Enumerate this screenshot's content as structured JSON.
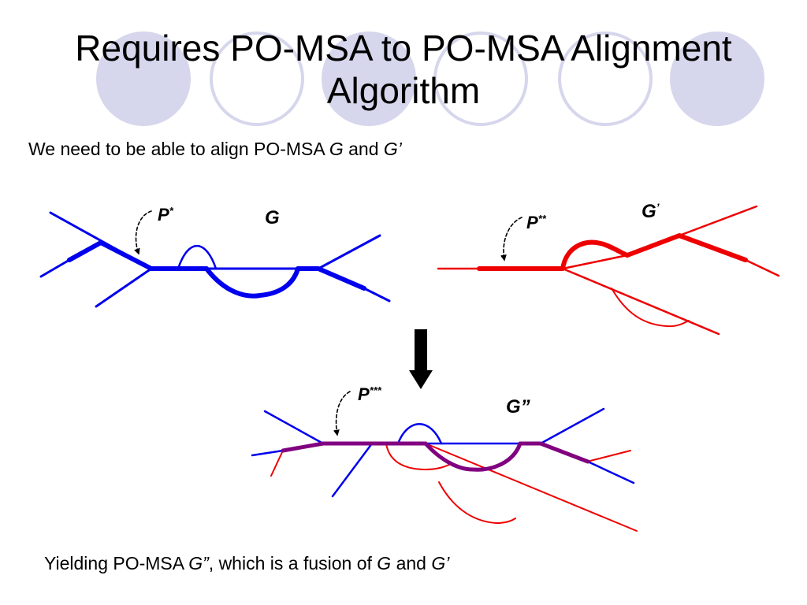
{
  "slide": {
    "title_line1": "Requires PO-MSA to PO-MSA Alignment",
    "title_line2": "Algorithm",
    "subtitle": {
      "text": "We need to be able to align PO-MSA ",
      "g": "G",
      "and": " and ",
      "g_prime": "G’"
    },
    "footer": {
      "text": "Yielding PO-MSA ",
      "g_dprime": "G”",
      "mid": ", which is a fusion of ",
      "g": "G",
      "and": " and ",
      "g_prime": "G’"
    }
  },
  "diagram": {
    "labels": {
      "g": "G",
      "g_prime": "G",
      "g_prime_mark": "’",
      "g_dprime": "G”",
      "p1": "P",
      "p1_sup": "*",
      "p2": "P",
      "p2_sup": "**",
      "p3": "P",
      "p3_sup": "***"
    },
    "colors": {
      "graph_g": "#0000ee",
      "graph_g_prime": "#ee0000",
      "consensus_fused": "#800080",
      "deco_filled": "#d6d6ec",
      "deco_outline": "#d6d6ec",
      "arrow": "#000000"
    }
  }
}
